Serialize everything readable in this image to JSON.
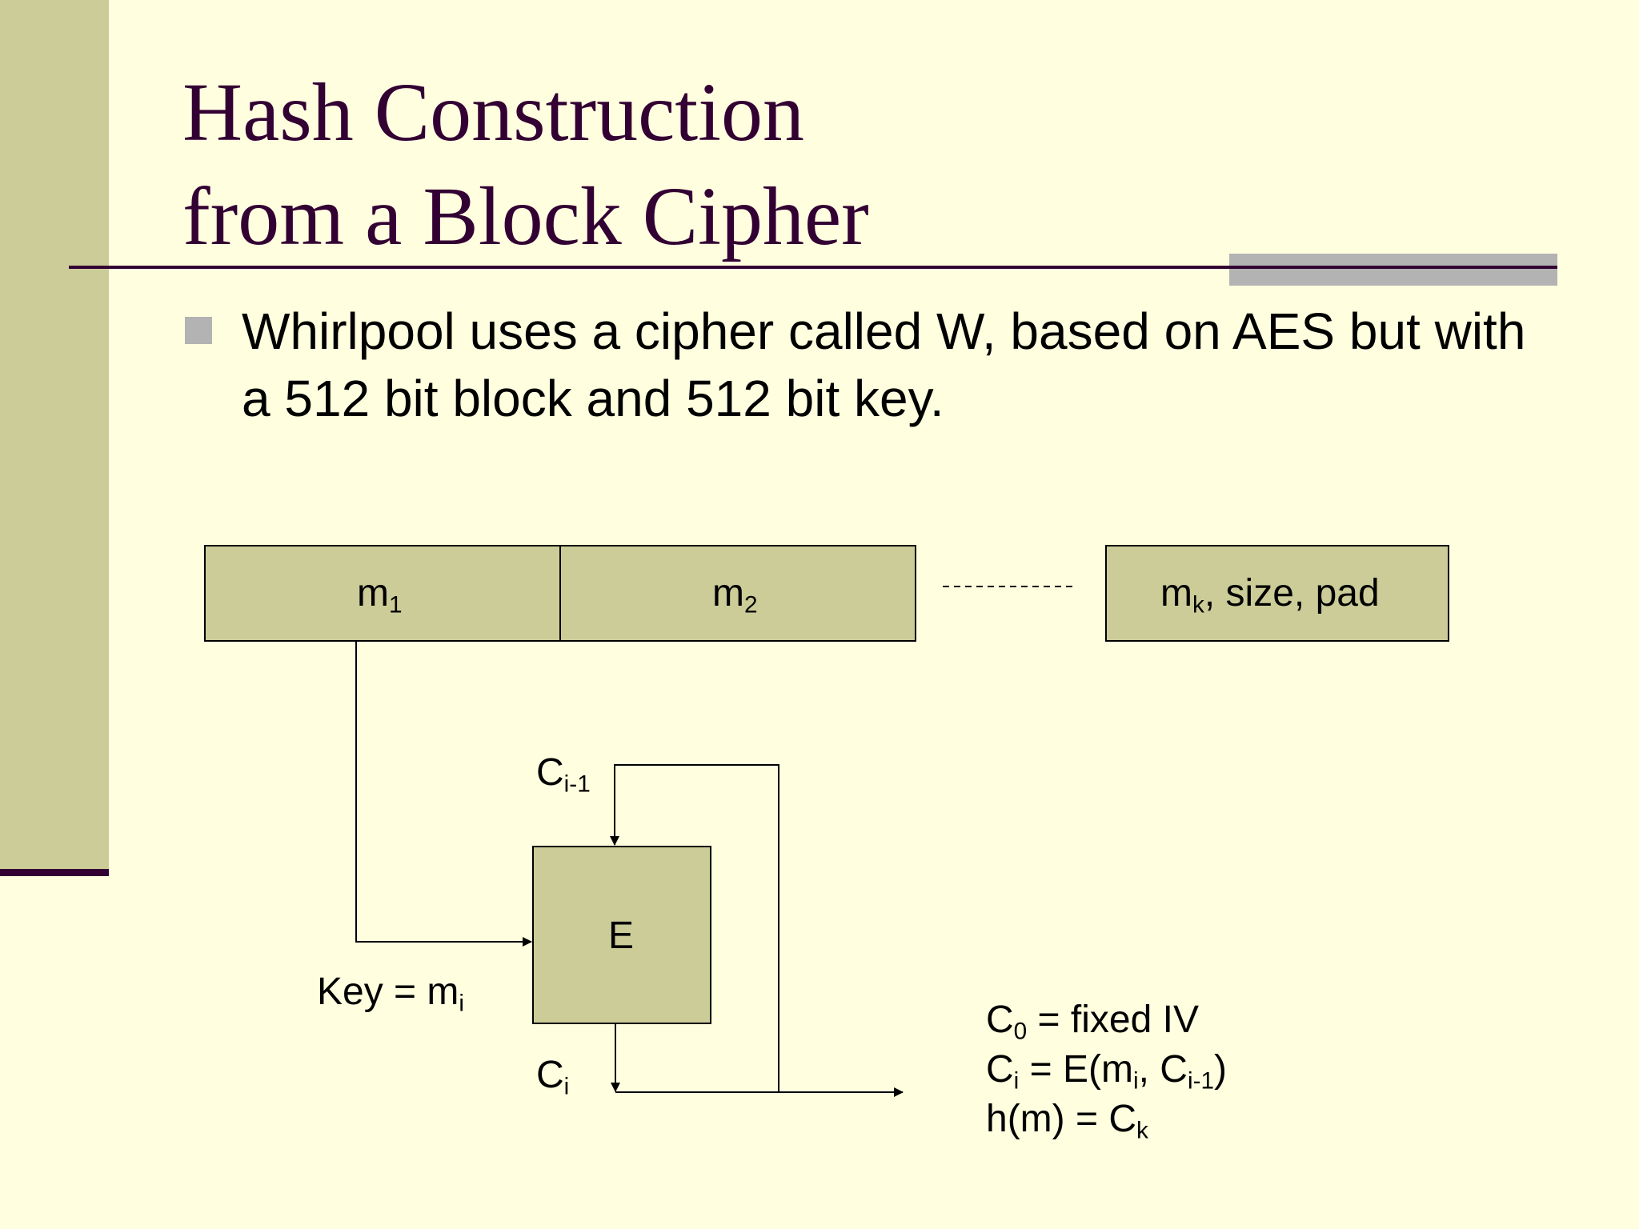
{
  "slide": {
    "title_line1": "Hash Construction",
    "title_line2": "from a Block Cipher",
    "bullet": "Whirlpool uses a cipher called W, based on AES but with a 512 bit block and 512 bit key."
  },
  "diagram": {
    "blocks": [
      {
        "base": "m",
        "sub": "1",
        "rest": ""
      },
      {
        "base": "m",
        "sub": "2",
        "rest": ""
      },
      {
        "base": "m",
        "sub": "k",
        "rest": ", size, pad"
      }
    ],
    "cipher_label": "E",
    "input_label": {
      "base": "C",
      "sub": "i-1"
    },
    "output_label": {
      "base": "C",
      "sub": "i"
    },
    "key_label": {
      "base": "Key = m",
      "sub": "i"
    },
    "equations": [
      {
        "parts": [
          {
            "t": "C"
          },
          {
            "s": "0"
          },
          {
            "t": " = fixed IV"
          }
        ]
      },
      {
        "parts": [
          {
            "t": "C"
          },
          {
            "s": "i"
          },
          {
            "t": " = E(m"
          },
          {
            "s": "i"
          },
          {
            "t": ", C"
          },
          {
            "s": "i-1"
          },
          {
            "t": ")"
          }
        ]
      },
      {
        "parts": [
          {
            "t": "h(m) = C"
          },
          {
            "s": "k"
          }
        ]
      }
    ]
  },
  "colors": {
    "background": "#ffffe0",
    "accent": "#cccc99",
    "title": "#330033",
    "bullet": "#b3b3b3"
  }
}
